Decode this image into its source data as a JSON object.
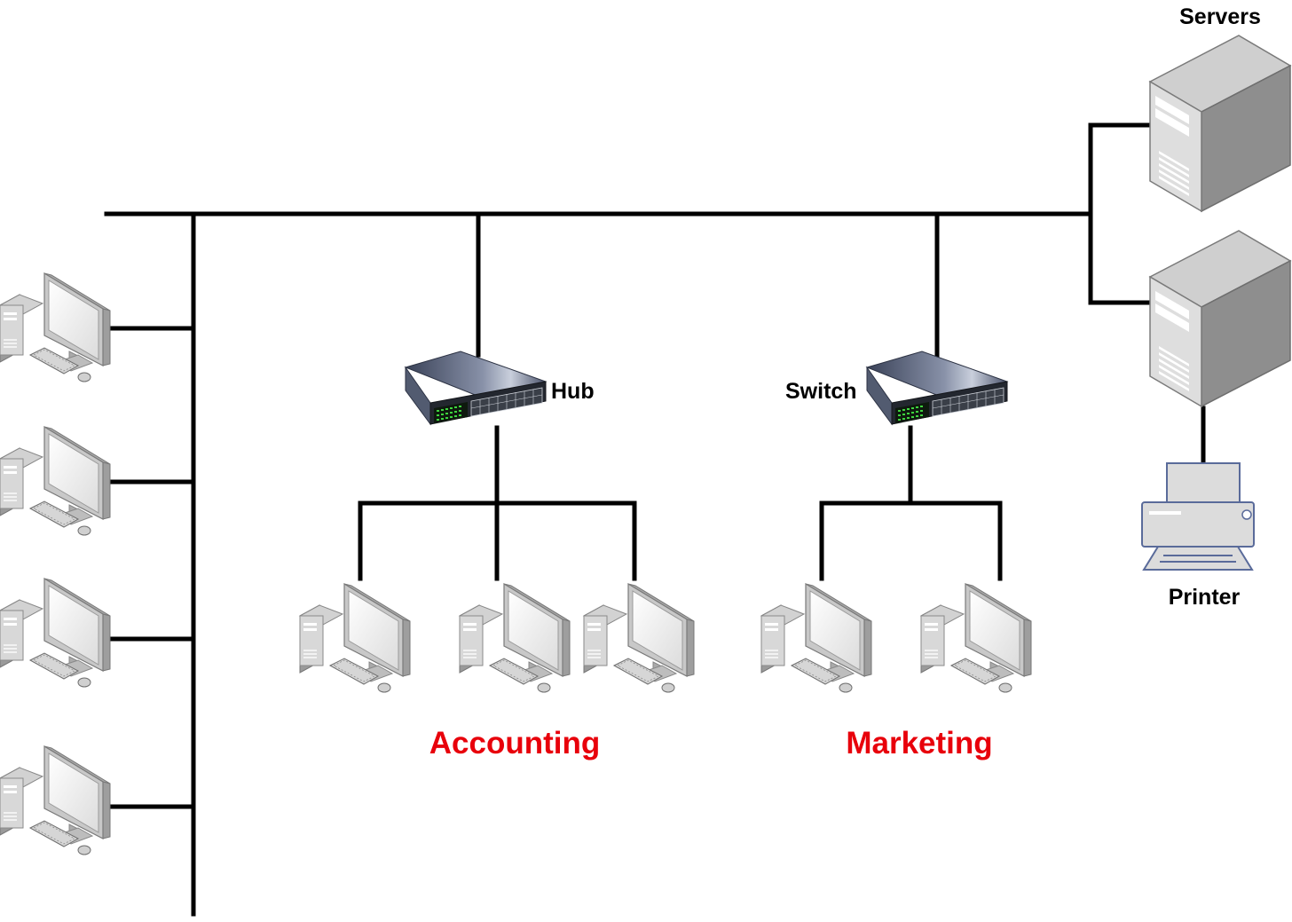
{
  "labels": {
    "servers": "Servers",
    "hub": "Hub",
    "switch": "Switch",
    "printer": "Printer"
  },
  "departments": {
    "accounting": "Accounting",
    "marketing": "Marketing"
  },
  "colors": {
    "department_label": "#e8000b",
    "cable": "#000000"
  },
  "icons": {
    "workstation": "desktop-computer-icon",
    "hub": "network-hub-icon",
    "switch": "network-switch-icon",
    "server": "server-tower-icon",
    "printer": "printer-icon"
  }
}
